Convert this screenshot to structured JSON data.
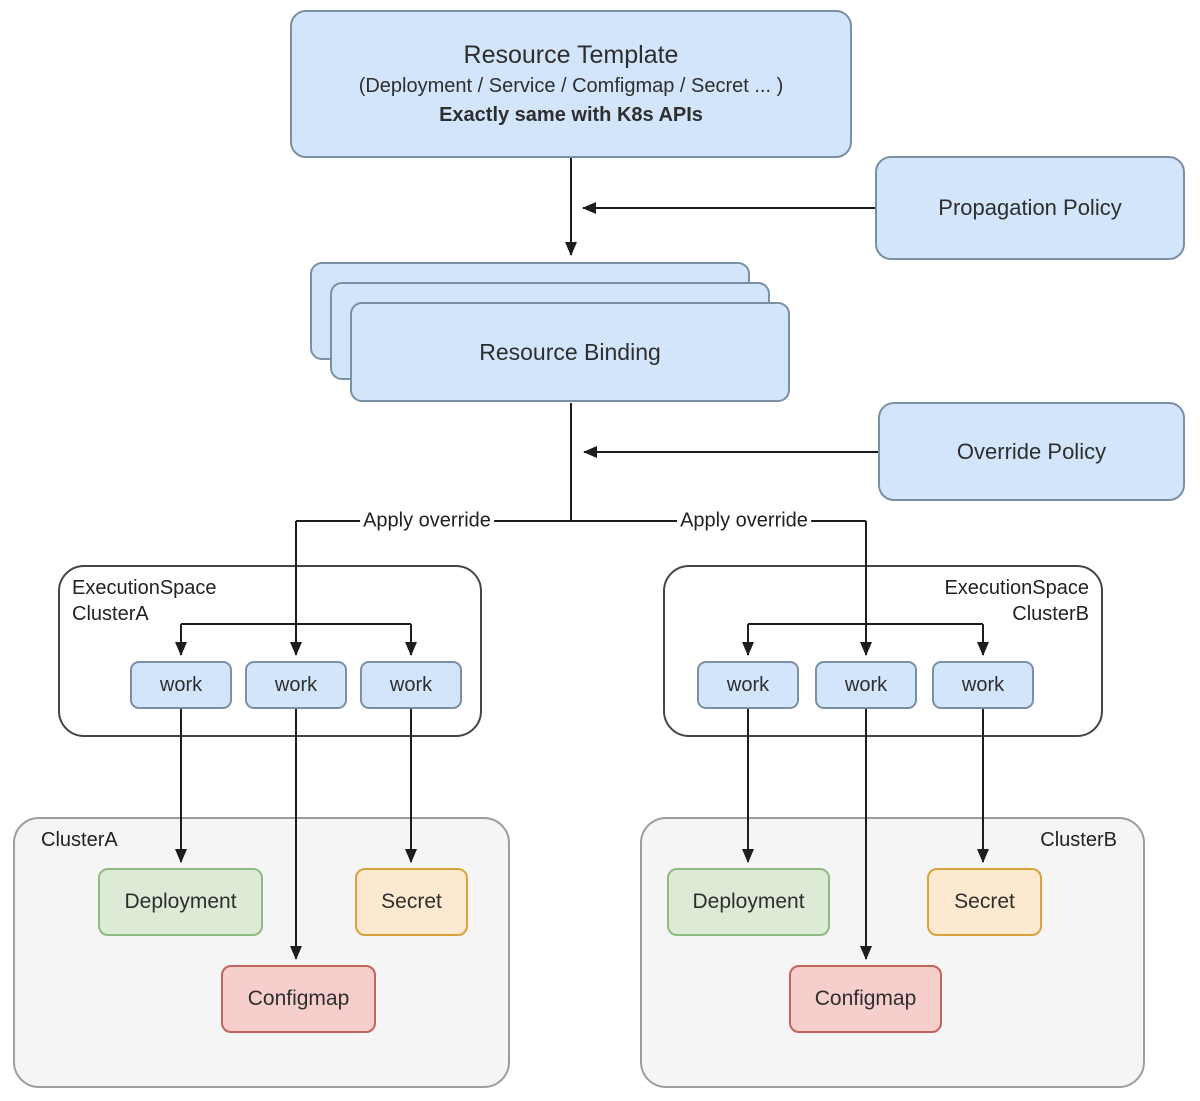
{
  "colors": {
    "blue-fill": "#d3e5fa",
    "blue-border": "#7b8fa5",
    "green-fill": "#dcead6",
    "green-border": "#8fbb80",
    "orange-fill": "#fde9d0",
    "orange-border": "#d9a33b",
    "red-fill": "#f6cfcc",
    "red-border": "#c2635e",
    "cluster-fill": "#f5f5f5",
    "cluster-border": "#9d9d9d",
    "space-border": "#454545",
    "line": "#1d1d1d",
    "text": "#2e2e2e"
  },
  "nodes": {
    "resource_template": {
      "title": "Resource Template",
      "subtitle": "(Deployment / Service / Comfigmap / Secret ... )",
      "note": "Exactly same with K8s APIs"
    },
    "propagation_policy": {
      "label": "Propagation Policy"
    },
    "resource_binding": {
      "label": "Resource Binding"
    },
    "override_policy": {
      "label": "Override Policy"
    }
  },
  "edges": {
    "apply_override_left": "Apply override",
    "apply_override_right": "Apply override"
  },
  "execution_spaces": [
    {
      "title": "ExecutionSpace",
      "cluster": "ClusterA",
      "works": [
        "work",
        "work",
        "work"
      ]
    },
    {
      "title": "ExecutionSpace",
      "cluster": "ClusterB",
      "works": [
        "work",
        "work",
        "work"
      ]
    }
  ],
  "clusters": [
    {
      "name": "ClusterA",
      "deployment": "Deployment",
      "secret": "Secret",
      "configmap": "Configmap"
    },
    {
      "name": "ClusterB",
      "deployment": "Deployment",
      "secret": "Secret",
      "configmap": "Configmap"
    }
  ]
}
